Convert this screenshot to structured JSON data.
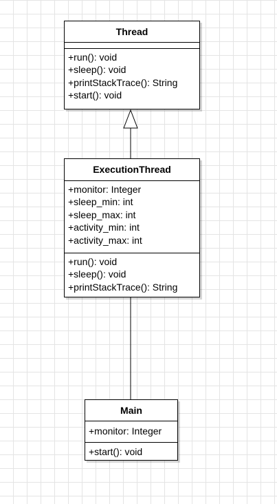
{
  "diagram": {
    "classes": [
      {
        "id": "thread",
        "name": "Thread",
        "attributes": [],
        "methods": [
          "+run(): void",
          "+sleep(): void",
          "+printStackTrace(): String",
          "+start(): void"
        ]
      },
      {
        "id": "execution-thread",
        "name": "ExecutionThread",
        "attributes": [
          "+monitor: Integer",
          "+sleep_min: int",
          "+sleep_max: int",
          "+activity_min: int",
          "+activity_max: int"
        ],
        "methods": [
          "+run(): void",
          "+sleep(): void",
          "+printStackTrace(): String"
        ]
      },
      {
        "id": "main",
        "name": "Main",
        "attributes": [
          "+monitor: Integer"
        ],
        "methods": [
          "+start(): void"
        ]
      }
    ],
    "relationships": [
      {
        "type": "generalization",
        "from": "ExecutionThread",
        "to": "Thread"
      },
      {
        "type": "association",
        "from": "Main",
        "to": "ExecutionThread"
      }
    ]
  }
}
